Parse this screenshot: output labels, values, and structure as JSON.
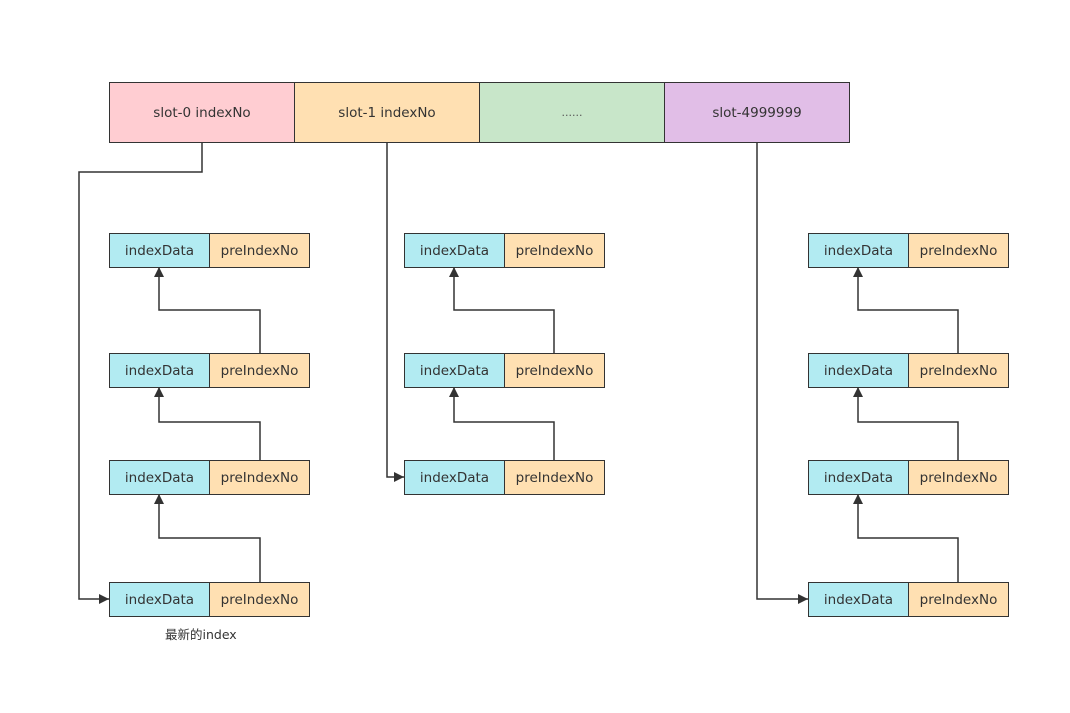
{
  "slots": [
    {
      "label": "slot-0 indexNo",
      "color": "#ffcdd2"
    },
    {
      "label": "slot-1 indexNo",
      "color": "#ffe0b2"
    },
    {
      "label": "......",
      "color": "#c8e6c9"
    },
    {
      "label": "slot-4999999",
      "color": "#e1bee7"
    }
  ],
  "columns": [
    {
      "entries": [
        {
          "data": "indexData",
          "pre": "preIndexNo"
        },
        {
          "data": "indexData",
          "pre": "preIndexNo"
        },
        {
          "data": "indexData",
          "pre": "preIndexNo"
        },
        {
          "data": "indexData",
          "pre": "preIndexNo"
        }
      ]
    },
    {
      "entries": [
        {
          "data": "indexData",
          "pre": "preIndexNo"
        },
        {
          "data": "indexData",
          "pre": "preIndexNo"
        },
        {
          "data": "indexData",
          "pre": "preIndexNo"
        }
      ]
    },
    {
      "entries": [
        {
          "data": "indexData",
          "pre": "preIndexNo"
        },
        {
          "data": "indexData",
          "pre": "preIndexNo"
        },
        {
          "data": "indexData",
          "pre": "preIndexNo"
        },
        {
          "data": "indexData",
          "pre": "preIndexNo"
        }
      ]
    }
  ],
  "note": "最新的index",
  "colors": {
    "index_data": "#b2ebf2",
    "pre_index_no": "#ffe0b2",
    "border": "#333333",
    "line": "#333333"
  }
}
